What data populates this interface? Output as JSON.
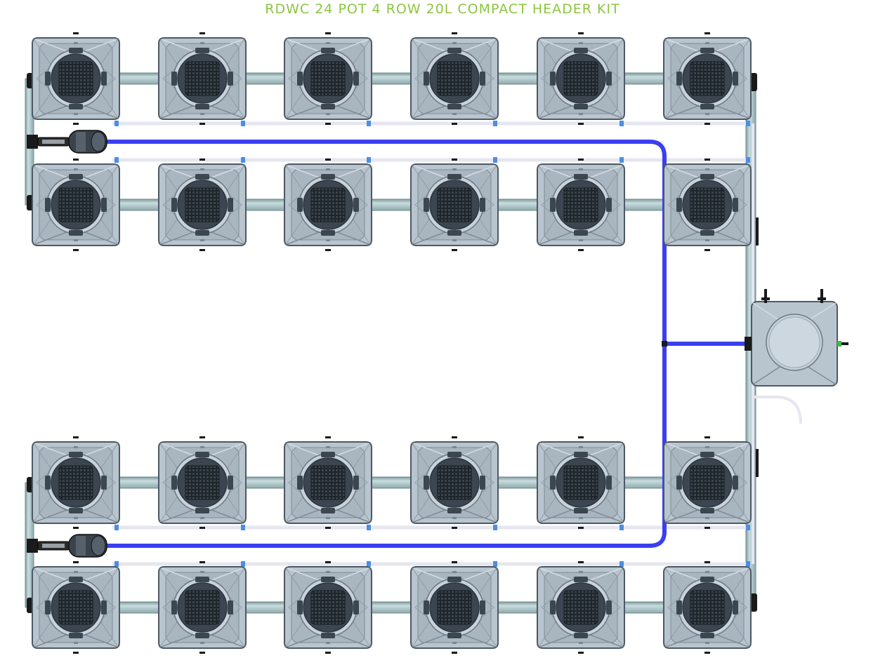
{
  "title": "RDWC 24 POT 4 ROW 20L COMPACT HEADER KIT",
  "colors": {
    "title": "#8cc63f",
    "pot_body": "#b7c3cd",
    "pot_edge": "#5d6a74",
    "pot_center": "#3b4650",
    "net": "#1e252b",
    "pipe": "#a9c3c6",
    "pipe_edge": "#6f8a8d",
    "blue_line": "#3a3ff0",
    "white_line": "#e6e6f0",
    "connector_blue": "#4a8ee6",
    "clip": "#1a1a1a",
    "header_lid": "#c4d0d9",
    "green_fitting": "#3bbf3b"
  },
  "icons": {
    "pot": "pot-icon",
    "pump": "pump-icon",
    "header_tank": "header-tank-icon"
  },
  "layout": {
    "rows": 4,
    "pots_per_row": 6,
    "total_pots": 24
  }
}
